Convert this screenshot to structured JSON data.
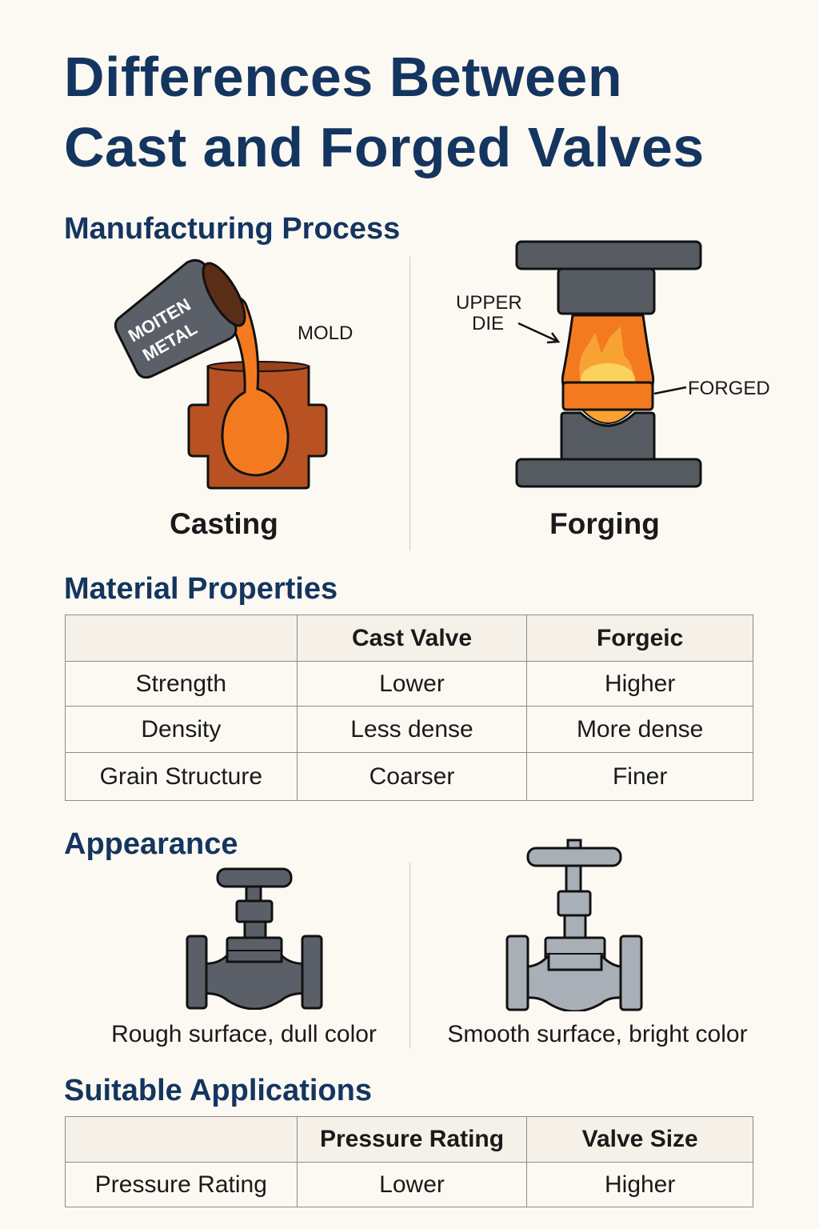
{
  "title": {
    "line1": "Differences Between",
    "line2": "Cast and Forged Valves"
  },
  "manufacturing": {
    "heading": "Manufacturing Process",
    "casting": {
      "caption": "Casting",
      "ladle_label_line1": "MOITEN",
      "ladle_label_line2": "METAL",
      "mold_label": "MOLD"
    },
    "forging": {
      "caption": "Forging",
      "upper_die_label_line1": "UPPER",
      "upper_die_label_line2": "DIE",
      "forged_label": "FORGED"
    }
  },
  "material_properties": {
    "heading": "Material Properties",
    "columns": [
      "",
      "Cast Valve",
      "Forgeic"
    ],
    "rows": [
      [
        "Strength",
        "Lower",
        "Higher"
      ],
      [
        "Density",
        "Less dense",
        "More dense"
      ],
      [
        "Grain Structure",
        "Coarser",
        "Finer"
      ]
    ]
  },
  "appearance": {
    "heading": "Appearance",
    "cast": {
      "description": "Rough surface, dull color",
      "body_color": "#5b6068"
    },
    "forged": {
      "description": "Smooth surface, bright color",
      "body_color": "#a9afb6"
    }
  },
  "applications": {
    "heading": "Suitable Applications",
    "columns": [
      "",
      "Pressure Rating",
      "Valve Size"
    ],
    "rows": [
      [
        "Pressure Rating",
        "Lower",
        "Higher"
      ]
    ]
  },
  "colors": {
    "heading_navy": "#14355f",
    "molten_orange": "#f47a20",
    "mold_brown": "#b85222",
    "die_gray": "#565b62"
  }
}
